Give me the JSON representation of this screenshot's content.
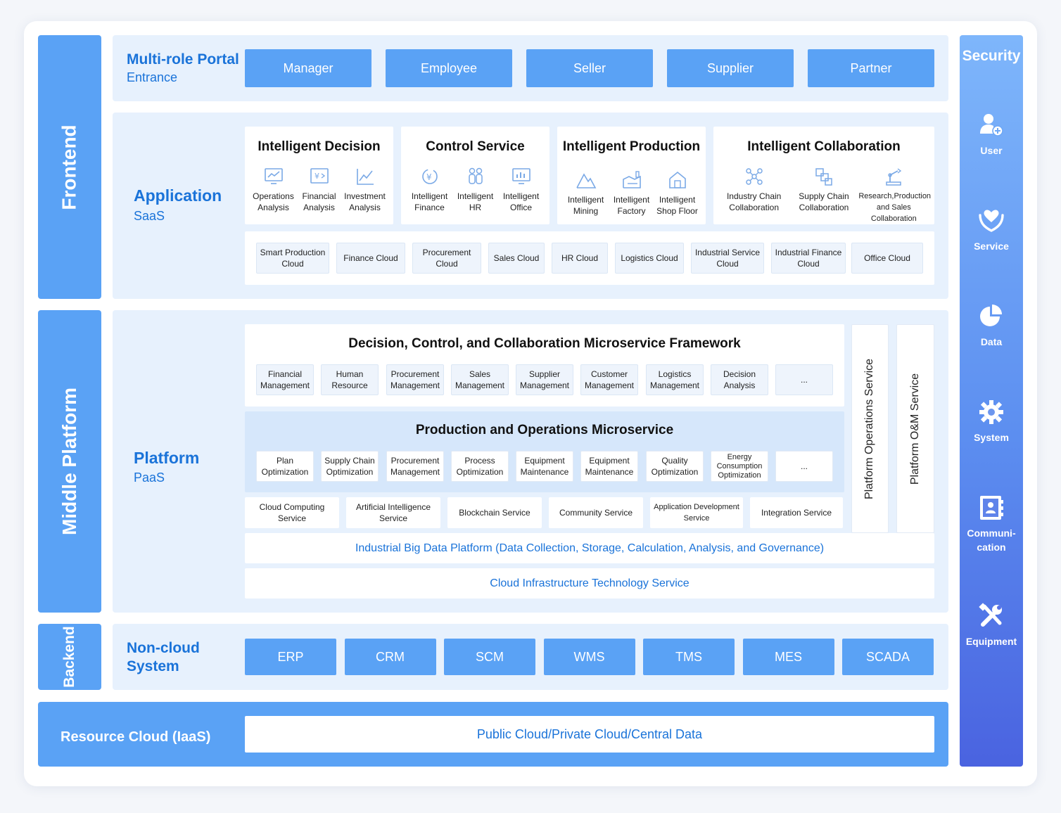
{
  "frontend": {
    "label": "Frontend",
    "portal": {
      "title": "Multi-role Portal",
      "subtitle": "Entrance",
      "roles": [
        "Manager",
        "Employee",
        "Seller",
        "Supplier",
        "Partner"
      ]
    },
    "application": {
      "title": "Application",
      "subtitle": "SaaS",
      "groups": [
        {
          "title": "Intelligent Decision",
          "items": [
            {
              "label": "Operations\nAnalysis",
              "icon": "chart-monitor-icon"
            },
            {
              "label": "Financial\nAnalysis",
              "icon": "yuan-chart-icon"
            },
            {
              "label": "Investment\nAnalysis",
              "icon": "trend-line-icon"
            }
          ]
        },
        {
          "title": "Control Service",
          "items": [
            {
              "label": "Intelligent\nFinance",
              "icon": "currency-cycle-icon"
            },
            {
              "label": "Intelligent\nHR",
              "icon": "people-icon"
            },
            {
              "label": "Intelligent\nOffice",
              "icon": "office-monitor-icon"
            }
          ]
        },
        {
          "title": "Intelligent Production",
          "items": [
            {
              "label": "Intelligent\nMining",
              "icon": "mountain-icon"
            },
            {
              "label": "Intelligent\nFactory",
              "icon": "factory-icon"
            },
            {
              "label": "Intelligent\nShop Floor",
              "icon": "house-icon"
            }
          ]
        },
        {
          "title": "Intelligent Collaboration",
          "items": [
            {
              "label": "Industry Chain\nCollaboration",
              "icon": "network-icon"
            },
            {
              "label": "Supply Chain\nCollaboration",
              "icon": "blocks-icon"
            },
            {
              "label": "Research,Production\nand Sales Collaboration",
              "icon": "robot-arm-icon"
            }
          ]
        }
      ],
      "clouds": [
        "Smart Production\nCloud",
        "Finance Cloud",
        "Procurement\nCloud",
        "Sales Cloud",
        "HR Cloud",
        "Logistics Cloud",
        "Industrial Service\nCloud",
        "Industrial Finance\nCloud",
        "Office Cloud"
      ]
    }
  },
  "middle": {
    "label": "Middle Platform",
    "title": "Platform",
    "subtitle": "PaaS",
    "framework": {
      "title": "Decision, Control, and Collaboration Microservice Framework",
      "items": [
        "Financial\nManagement",
        "Human\nResource",
        "Procurement\nManagement",
        "Sales\nManagement",
        "Supplier\nManagement",
        "Customer\nManagement",
        "Logistics\nManagement",
        "Decision\nAnalysis",
        "..."
      ]
    },
    "production": {
      "title": "Production and Operations Microservice",
      "items": [
        "Plan\nOptimization",
        "Supply Chain\nOptimization",
        "Procurement\nManagement",
        "Process\nOptimization",
        "Equipment\nMaintenance",
        "Equipment\nMaintenance",
        "Quality\nOptimization",
        "Energy\nConsumption\nOptimization",
        "..."
      ]
    },
    "services": [
      "Cloud Computing\nService",
      "Artificial Intelligence\nService",
      "Blockchain Service",
      "Community Service",
      "Application Development\nService",
      "Integration Service"
    ],
    "bigdata": "Industrial Big Data Platform (Data Collection, Storage, Calculation, Analysis, and Governance)",
    "infra": "Cloud Infrastructure Technology Service",
    "side": [
      "Platform Operations Service",
      "Platform O&M Service"
    ]
  },
  "backend": {
    "label": "Backend",
    "title": "Non-cloud\nSystem",
    "systems": [
      "ERP",
      "CRM",
      "SCM",
      "WMS",
      "TMS",
      "MES",
      "SCADA"
    ]
  },
  "resource": {
    "title": "Resource Cloud (IaaS)",
    "content": "Public Cloud/Private Cloud/Central Data"
  },
  "security": {
    "title": "Security",
    "items": [
      {
        "label": "User",
        "icon": "user-add-icon"
      },
      {
        "label": "Service",
        "icon": "heart-hands-icon"
      },
      {
        "label": "Data",
        "icon": "pie-chart-icon"
      },
      {
        "label": "System",
        "icon": "gear-icon"
      },
      {
        "label": "Communi-\ncation",
        "icon": "contact-book-icon"
      },
      {
        "label": "Equipment",
        "icon": "tools-icon"
      }
    ]
  },
  "colors": {
    "accent": "#5aa2f5",
    "panel": "#e7f1fd",
    "text_blue": "#1a73d9",
    "security_top": "#7eb6fb",
    "security_bottom": "#4a63e0"
  }
}
